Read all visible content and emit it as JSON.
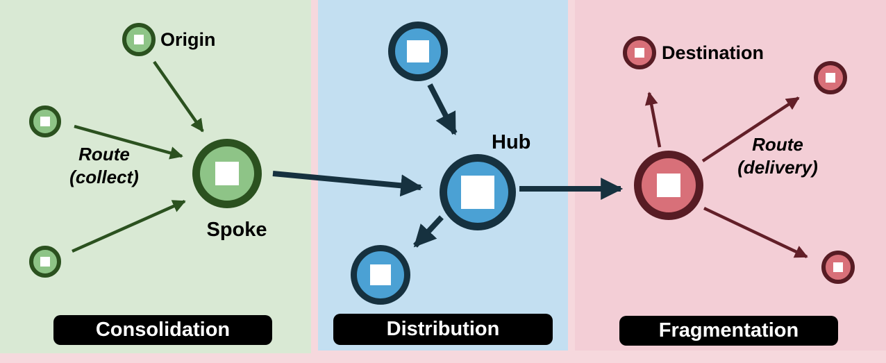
{
  "diagram": {
    "title": "hub-and-spoke logistics network phases",
    "page_background": "#f6d8dd",
    "badge_style": {
      "background": "#000000",
      "text_color": "#ffffff"
    },
    "panels": [
      {
        "name": "consolidation",
        "badge_label": "Consolidation",
        "background": "#d9e9d4",
        "node_fill": "#8ec487",
        "node_border": "#2b511f",
        "arrow_color": "#2b511f",
        "labels": {
          "origin": "Origin",
          "spoke": "Spoke",
          "route_line1": "Route",
          "route_line2": "(collect)"
        },
        "node_count": 4,
        "arrow_count": 3
      },
      {
        "name": "distribution",
        "badge_label": "Distribution",
        "background": "#c3dff1",
        "node_fill": "#4ba1d4",
        "node_border": "#16313f",
        "arrow_color": "#16313f",
        "labels": {
          "hub": "Hub"
        },
        "node_count": 3,
        "arrow_count": 4
      },
      {
        "name": "fragmentation",
        "badge_label": "Fragmentation",
        "background": "#f3ced6",
        "node_fill": "#d87079",
        "node_border": "#571c24",
        "arrow_color": "#621f28",
        "labels": {
          "destination": "Destination",
          "route_line1": "Route",
          "route_line2": "(delivery)"
        },
        "node_count": 4,
        "arrow_count": 3
      }
    ]
  }
}
